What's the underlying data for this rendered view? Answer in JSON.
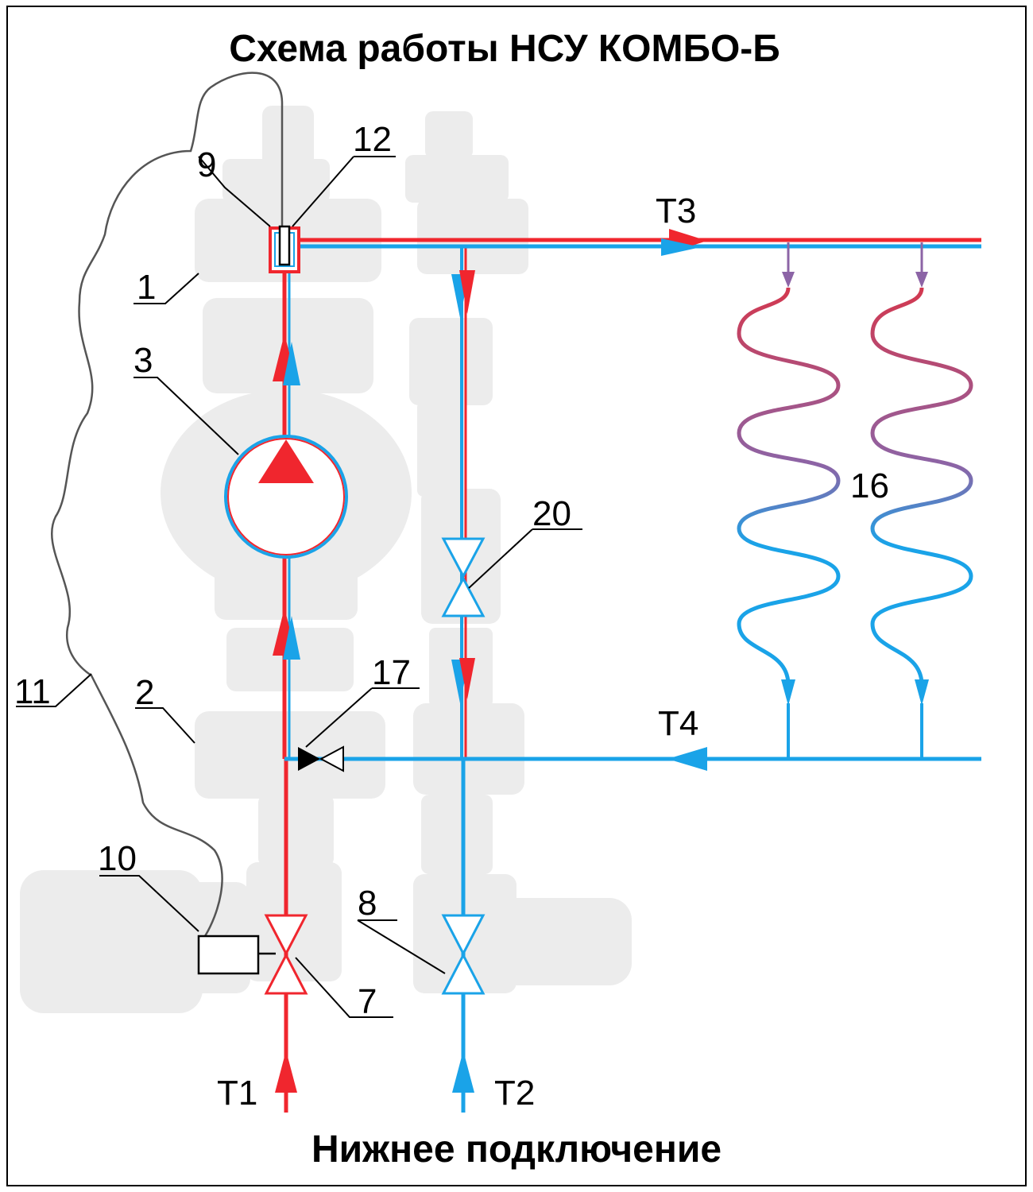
{
  "title": "Схема работы НСУ КОМБО-Б",
  "footer": "Нижнее подключение",
  "colors": {
    "supply": "#f0262e",
    "return": "#1aa3e8",
    "ghost": "#ececec",
    "loop_top": "#d3384f",
    "loop_mid": "#8c64a6",
    "outline": "#000000"
  },
  "callouts": {
    "n1": "1",
    "n2": "2",
    "n3": "3",
    "n7": "7",
    "n8": "8",
    "n9": "9",
    "n10": "10",
    "n11": "11",
    "n12": "12",
    "n16": "16",
    "n17": "17",
    "n20": "20"
  },
  "ports": {
    "t1": "T1",
    "t2": "T2",
    "t3": "T3",
    "t4": "T4"
  },
  "icons": {
    "pump": "pump-icon",
    "valve": "valve-icon",
    "check_valve": "check-valve-icon",
    "sensor": "temperature-sensor-icon",
    "actuator": "actuator-icon",
    "loop": "heating-loop-icon",
    "arrow": "flow-arrow-icon"
  }
}
